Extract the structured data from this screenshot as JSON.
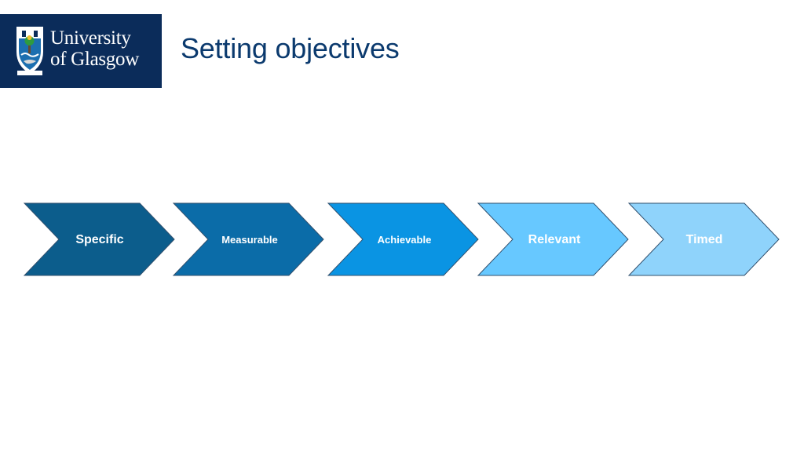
{
  "header": {
    "title": "Setting objectives",
    "logo": {
      "line1": "University",
      "line2": "of Glasgow",
      "background": "#0b2c5a",
      "icon": "university-crest-icon"
    }
  },
  "steps": [
    {
      "label": "Specific",
      "color": "#0c5d8c"
    },
    {
      "label": "Measurable",
      "color": "#0b6ca8"
    },
    {
      "label": "Achievable",
      "color": "#0a94e3"
    },
    {
      "label": "Relevant",
      "color": "#67c8ff"
    },
    {
      "label": "Timed",
      "color": "#8fd3fb"
    }
  ]
}
